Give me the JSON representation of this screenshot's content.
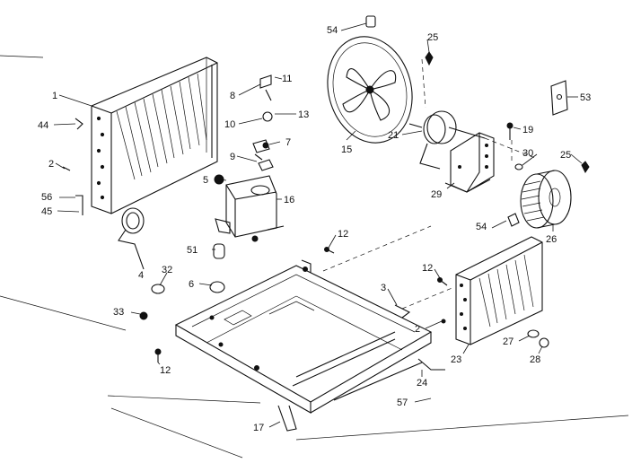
{
  "labels": {
    "l1": "1",
    "l2a": "2",
    "l2b": "2",
    "l3": "3",
    "l4": "4",
    "l5": "5",
    "l6": "6",
    "l7": "7",
    "l8": "8",
    "l9": "9",
    "l10": "10",
    "l11": "11",
    "l12a": "12",
    "l12b": "12",
    "l12c": "12",
    "l13": "13",
    "l15": "15",
    "l16": "16",
    "l17": "17",
    "l19": "19",
    "l21": "21",
    "l23": "23",
    "l24": "24",
    "l25a": "25",
    "l25b": "25",
    "l26": "26",
    "l27": "27",
    "l28": "28",
    "l29": "29",
    "l30": "30",
    "l32": "32",
    "l33": "33",
    "l44": "44",
    "l45": "45",
    "l51": "51",
    "l53": "53",
    "l54a": "54",
    "l54b": "54",
    "l56": "56",
    "l57": "57"
  },
  "icons": {
    "condenser-coil": "condenser-coil-icon",
    "fan-blade": "fan-blade-icon",
    "compressor": "compressor-icon",
    "fan-motor": "fan-motor-icon",
    "blower-wheel": "blower-wheel-icon",
    "evaporator-coil": "evaporator-coil-icon",
    "base-pan": "base-pan-icon"
  }
}
